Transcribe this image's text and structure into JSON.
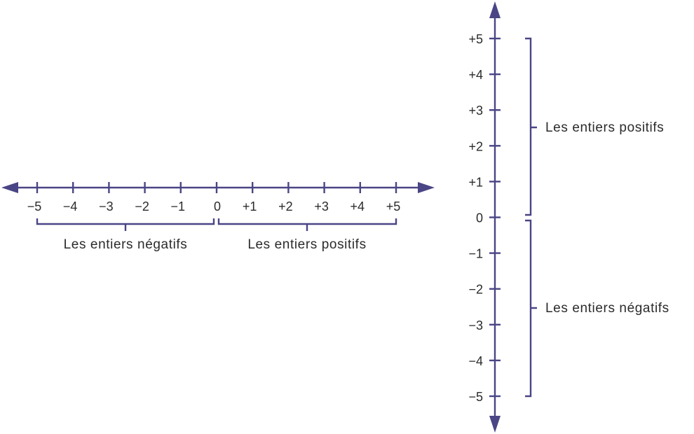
{
  "colors": {
    "axis": "#4a4585",
    "text": "#2b2b2b"
  },
  "horizontal_line": {
    "ticks": [
      "−5",
      "−4",
      "−3",
      "−2",
      "−1",
      "0",
      "+1",
      "+2",
      "+3",
      "+4",
      "+5"
    ],
    "negative_label": "Les entiers négatifs",
    "positive_label": "Les entiers positifs"
  },
  "vertical_line": {
    "ticks": [
      "+5",
      "+4",
      "+3",
      "+2",
      "+1",
      "0",
      "−1",
      "−2",
      "−3",
      "−4",
      "−5"
    ],
    "positive_label": "Les entiers positifs",
    "negative_label": "Les entiers négatifs"
  }
}
